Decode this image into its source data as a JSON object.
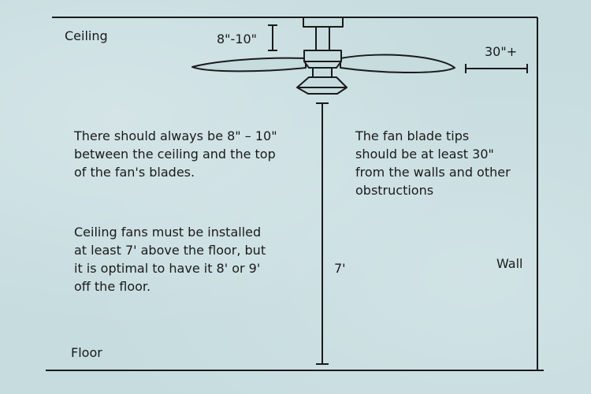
{
  "labels": {
    "ceiling": "Ceiling",
    "floor": "Floor",
    "wall": "Wall",
    "ceiling_gap": "8\"-10\"",
    "wall_gap": "30\"+",
    "height": "7'"
  },
  "notes": {
    "ceiling_gap": "There should always be 8\" – 10\"\nbetween the ceiling and the top\nof the fan's blades.",
    "install_height": "Ceiling fans must be installed\nat least 7' above the floor, but\nit is optimal to have it 8' or 9'\noff the floor.",
    "wall_clearance": "The fan blade tips\nshould be at least 30\"\nfrom the walls and other\nobstructions"
  },
  "colors": {
    "background": "#c6dcdf",
    "line": "#1a1a1a"
  }
}
